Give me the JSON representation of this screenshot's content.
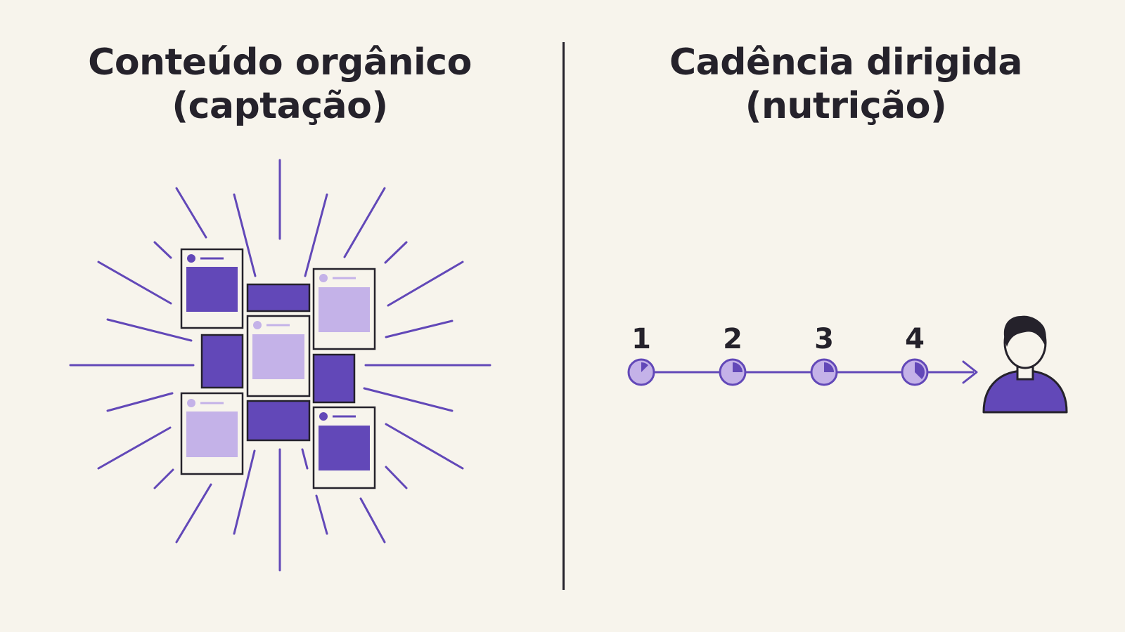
{
  "left_panel": {
    "title_line1": "Conteúdo orgânico",
    "title_line2": "(captação)",
    "illustration": "scattered-content-cards-radiating"
  },
  "right_panel": {
    "title_line1": "Cadência dirigida",
    "title_line2": "(nutrição)",
    "steps": [
      {
        "label": "1",
        "progress": 0.125
      },
      {
        "label": "2",
        "progress": 0.25
      },
      {
        "label": "3",
        "progress": 0.25
      },
      {
        "label": "4",
        "progress": 0.375
      }
    ],
    "end_icon": "person-icon"
  },
  "colors": {
    "background": "#f7f4ec",
    "ink": "#25222b",
    "purple_dark": "#6248b8",
    "purple_light": "#c4b2e8"
  }
}
